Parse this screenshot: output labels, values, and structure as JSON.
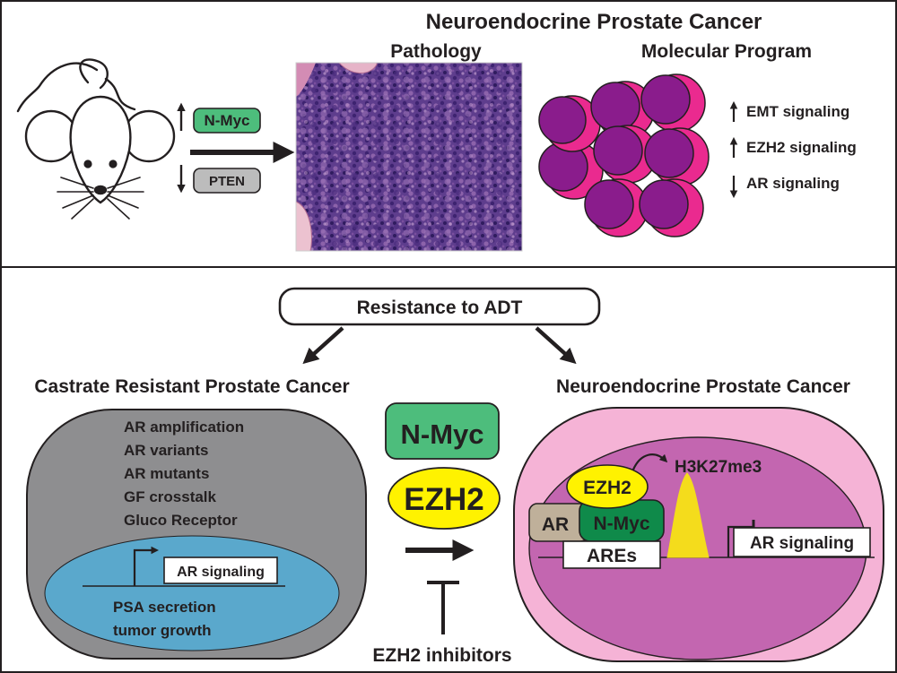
{
  "top_panel": {
    "title": "Neuroendocrine Prostate Cancer",
    "pathology_label": "Pathology",
    "molecular_label": "Molecular Program",
    "mouse_up_gene": "N-Myc",
    "mouse_down_gene": "PTEN",
    "signals": [
      {
        "direction": "up",
        "label": "EMT signaling"
      },
      {
        "direction": "up",
        "label": "EZH2 signaling"
      },
      {
        "direction": "down",
        "label": "AR signaling"
      }
    ]
  },
  "bottom_panel": {
    "resistance_label": "Resistance to ADT",
    "crpc": {
      "title": "Castrate Resistant Prostate Cancer",
      "mechanisms": [
        "AR amplification",
        "AR variants",
        "AR mutants",
        "GF crosstalk",
        "Gluco Receptor"
      ],
      "ar_signaling_label": "AR signaling",
      "outcomes": [
        "PSA secretion",
        "tumor growth"
      ]
    },
    "center": {
      "nmyc_label": "N-Myc",
      "ezh2_label": "EZH2",
      "inhibitors_label": "EZH2 inhibitors"
    },
    "nepc": {
      "title": "Neuroendocrine Prostate Cancer",
      "ezh2_label": "EZH2",
      "h3k27me3_label": "H3K27me3",
      "ar_label": "AR",
      "nmyc_label": "N-Myc",
      "ares_label": "AREs",
      "ar_signaling_label": "AR signaling"
    }
  },
  "colors": {
    "nmyc_green": "#4dbd7c",
    "dark_green": "#0f8a4a",
    "ezh2_yellow": "#fff200",
    "pten_gray": "#bcbcbc",
    "crpc_gray": "#8e8e90",
    "crpc_blue": "#5aa8cc",
    "nepc_outer_pink": "#f5b3d6",
    "nepc_inner_magenta": "#c366b0",
    "cell_purple": "#8a1c8c",
    "cell_pink": "#ea2a8f",
    "ar_tan": "#bfb09a",
    "h3k27_peak_yellow": "#f4dc1c"
  }
}
